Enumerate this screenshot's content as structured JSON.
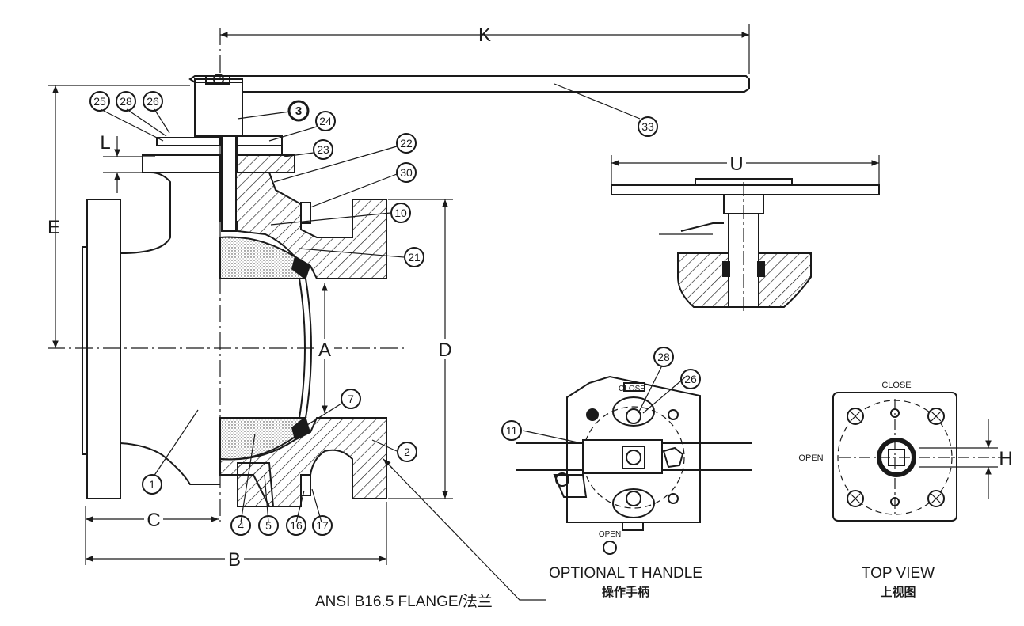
{
  "drawing": {
    "dimensions": {
      "K": "K",
      "L": "L",
      "E": "E",
      "A": "A",
      "D": "D",
      "C": "C",
      "B": "B",
      "U": "U",
      "H": "H"
    },
    "callouts": [
      "25",
      "28",
      "26",
      "3",
      "24",
      "23",
      "22",
      "30",
      "10",
      "21",
      "7",
      "2",
      "1",
      "4",
      "5",
      "16",
      "17",
      "33",
      "11",
      "28",
      "26"
    ],
    "flange_note": "ANSI B16.5 FLANGE/法兰",
    "t_handle": {
      "title": "OPTIONAL T HANDLE",
      "title_cn": "操作手柄",
      "close": "CLOSE",
      "open": "OPEN"
    },
    "top_view": {
      "title": "TOP VIEW",
      "title_cn": "上视图",
      "close": "CLOSE",
      "open": "OPEN"
    }
  }
}
